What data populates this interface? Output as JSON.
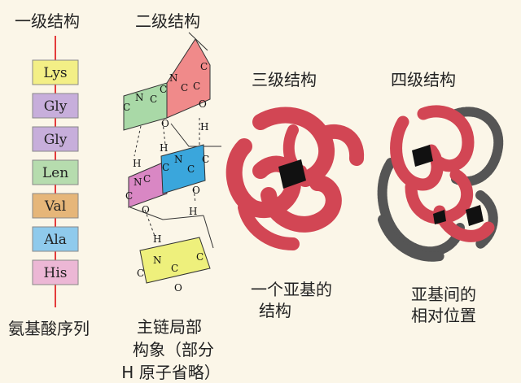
{
  "headings": {
    "primary": "一级结构",
    "secondary": "二级结构",
    "tertiary": "三级结构",
    "quaternary": "四级结构"
  },
  "amino_acids": [
    "Lys",
    "Gly",
    "Gly",
    "Len",
    "Val",
    "Ala",
    "His"
  ],
  "amino_colors": [
    "#f3ef86",
    "#c7aedb",
    "#c7aedb",
    "#b6dcae",
    "#e6b679",
    "#8fcaec",
    "#ecb7d5"
  ],
  "captions": {
    "primary": "氨基酸序列",
    "secondary_line1": "主链局部",
    "secondary_line2": "构象（部分",
    "secondary_line3": "H 原子省略）",
    "tertiary_line1": "一个亚基的",
    "tertiary_line2": "结构",
    "quaternary_line1": "亚基间的",
    "quaternary_line2": "相对位置"
  },
  "atoms": {
    "c": "C",
    "n": "N",
    "o": "O",
    "h": "H"
  },
  "colors": {
    "background": "#fbf6e8",
    "chain_line": "#e43b3b",
    "subunit_red": "#d24654",
    "sheet_pink": "#f08a8a",
    "sheet_green": "#a9d9a7",
    "sheet_blue": "#3aa6dc",
    "sheet_magenta": "#d987c4",
    "sheet_yellow": "#eef07c"
  }
}
